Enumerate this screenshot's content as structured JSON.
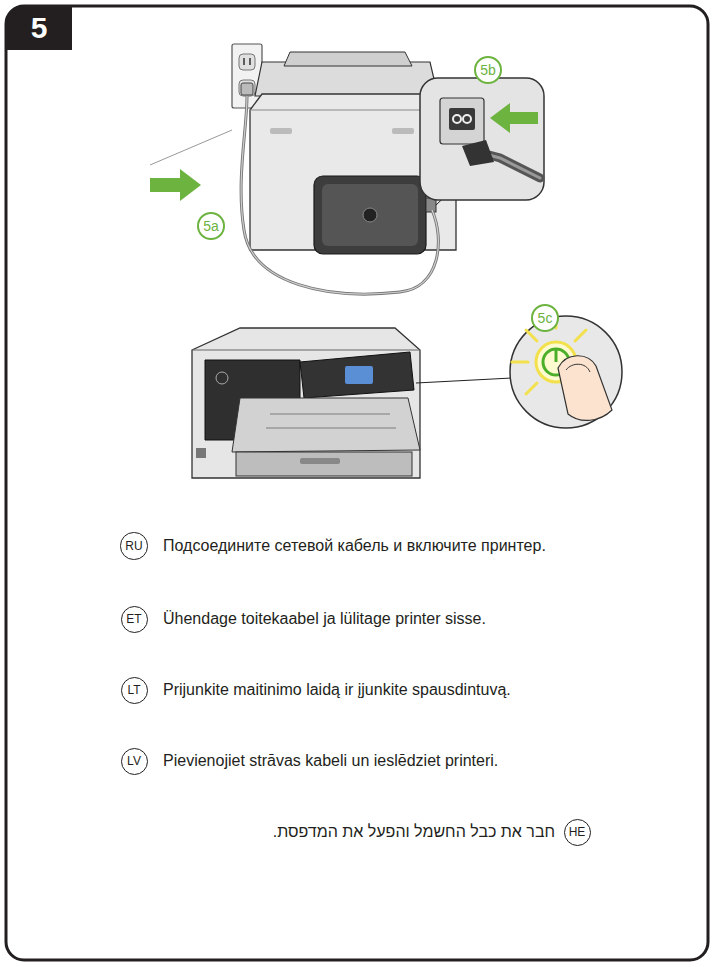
{
  "diagram": {
    "nodes": [
      {
        "text": [
          "5"
        ]
      },
      {
        "text": [
          "5b"
        ]
      },
      {
        "text": [
          "5a"
        ]
      },
      {
        "text": [
          "5c"
        ]
      },
      {
        "text": [
          "RU"
        ]
      },
      {
        "text": [
          "ET"
        ]
      },
      {
        "text": [
          "LT"
        ]
      },
      {
        "text": [
          "LV"
        ]
      },
      {
        "text": [
          "HE"
        ]
      }
    ],
    "labels": [
      "Подсоедините сетевой кабель и включите принтер.",
      "Ühendage toitekaabel ja lülitage printer sisse.",
      "Prijunkite maitinimo laidą ir įjunkite spausdintuvą.",
      "Pievienojiet strāvas kabeli un ieslēdziet printeri.",
      "חבר את כבל החשמל והפעל את המדפסת."
    ]
  }
}
